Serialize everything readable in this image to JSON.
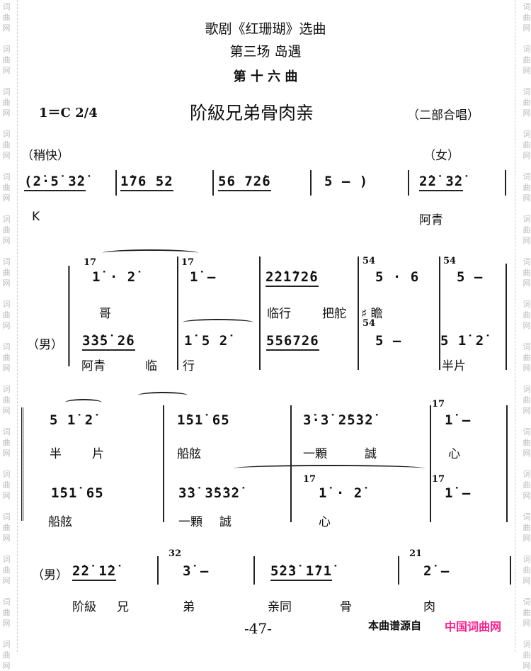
{
  "watermark": "词曲网",
  "header": {
    "title_line1": "歌剧《红珊瑚》选曲",
    "title_line2": "第三场  岛遇",
    "title_line3": "第 十 六 曲",
    "key_time": "1＝C   2/4",
    "song_title": "阶級兄弟骨肉亲",
    "form": "（二部合唱）"
  },
  "system1": {
    "tempo": "（稍快）",
    "voice": "（女）",
    "measures": [
      "(2̇·5̇ 3̇2̇",
      "1̇76  52",
      "56  72̇6",
      "5   —  )",
      "2̇2̇  3̇2̇"
    ],
    "lyrics": [
      "K",
      "阿青"
    ]
  },
  "system2": {
    "voice": "（男）",
    "upper": [
      "1̇ · 2̇",
      "1̇  —",
      "2̇2̇1̇72̇6",
      "5 · 6",
      "5 —"
    ],
    "upper_grace": [
      "17",
      "17",
      "54",
      "54"
    ],
    "upper_lyrics": [
      "哥",
      "临行",
      "把舵",
      "♯ 瞻"
    ],
    "lower": [
      "3̇3̇5̇  2̇6",
      "1̇  5  2̇",
      "556726",
      "5  —",
      "5 1̇ 2̇"
    ],
    "lower_grace": [
      "54"
    ],
    "lower_lyrics": [
      "阿青",
      "临",
      "行",
      "半片"
    ]
  },
  "system3": {
    "upper": [
      "5  1̇  2̇",
      "1̇51̇  65",
      "3̇·3̇  2̇5̇3̇2̇",
      "1̇  —"
    ],
    "upper_grace": [
      "17"
    ],
    "upper_lyrics": [
      "半",
      "片",
      "船舷",
      "一顆",
      "誠",
      "心"
    ],
    "lower": [
      "1̇51̇  65",
      "3̇3̇  3̇5̇3̇2̇",
      "1̇ · 2̇",
      "1̇  —"
    ],
    "lower_grace": [
      "17",
      "17"
    ],
    "lower_lyrics": [
      "船舷",
      "一顆",
      "誠",
      "心"
    ]
  },
  "system4": {
    "voice": "（男）",
    "measures": [
      "2̇2̇  1̇2̇",
      "3̇  —",
      "5̇2̇3̇  1̇71̇",
      "2̇  —"
    ],
    "grace": [
      "32",
      "21"
    ],
    "lyrics": [
      "阶級",
      "兄",
      "弟",
      "亲同",
      "骨",
      "肉"
    ]
  },
  "footer": {
    "page_number": "-47-",
    "source_label": "本曲谱源自",
    "source_site": "中国词曲网",
    "source_color": "#ff1f8e"
  }
}
